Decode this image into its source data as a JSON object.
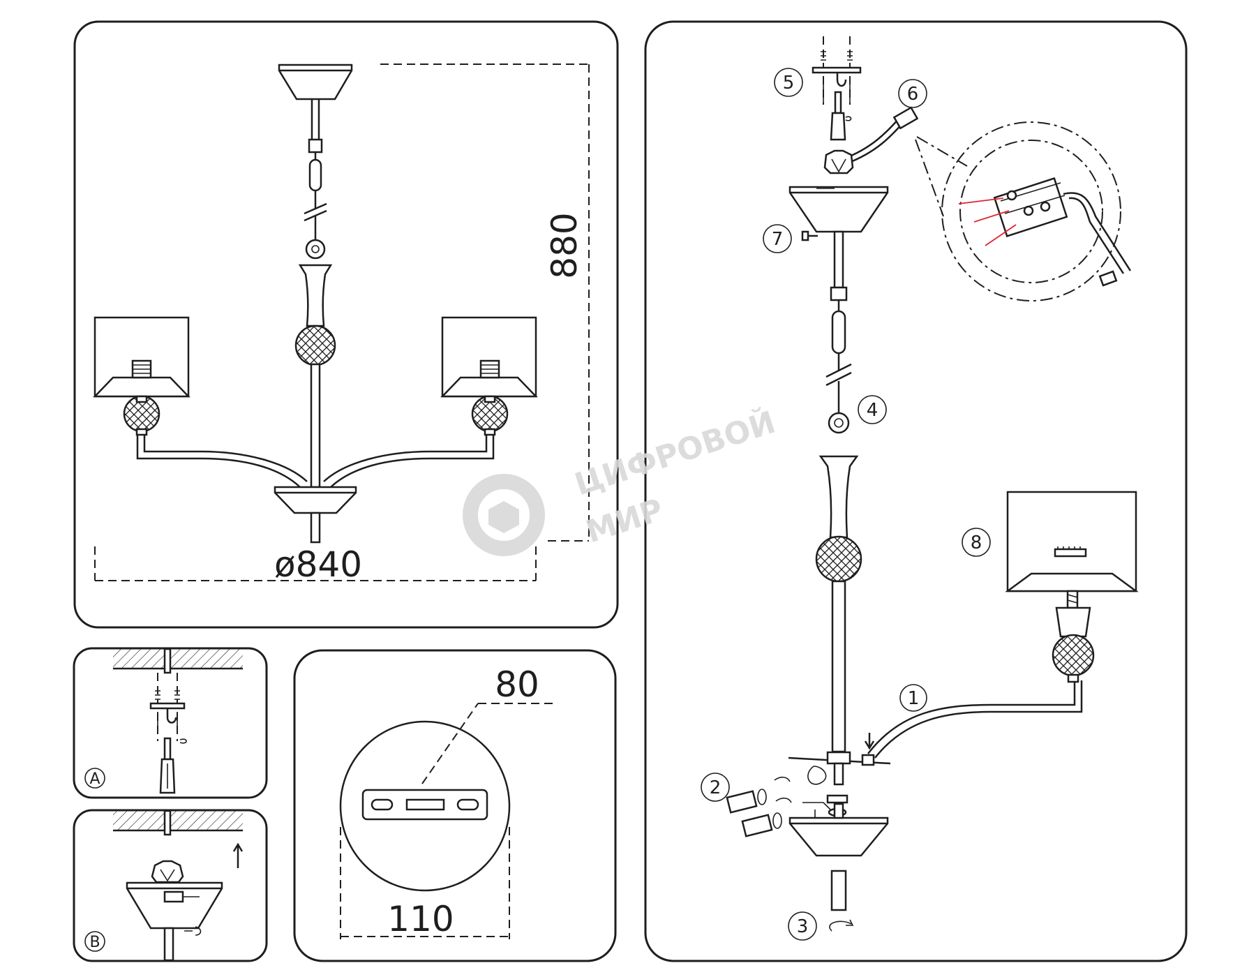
{
  "dimensions": {
    "height": "880",
    "diameter": "ø840",
    "plate_height": "80",
    "plate_diameter": "110"
  },
  "callouts": [
    "1",
    "2",
    "3",
    "4",
    "5",
    "6",
    "7",
    "8"
  ],
  "step_labels": {
    "a": "A",
    "b": "B"
  },
  "watermark": {
    "line1": "ЦИФРОВОЙ",
    "line2": "МИР"
  },
  "colors": {
    "line": "#1e1e1e",
    "wire_accent": "#e0232e",
    "watermark": "#d9d9d9"
  }
}
